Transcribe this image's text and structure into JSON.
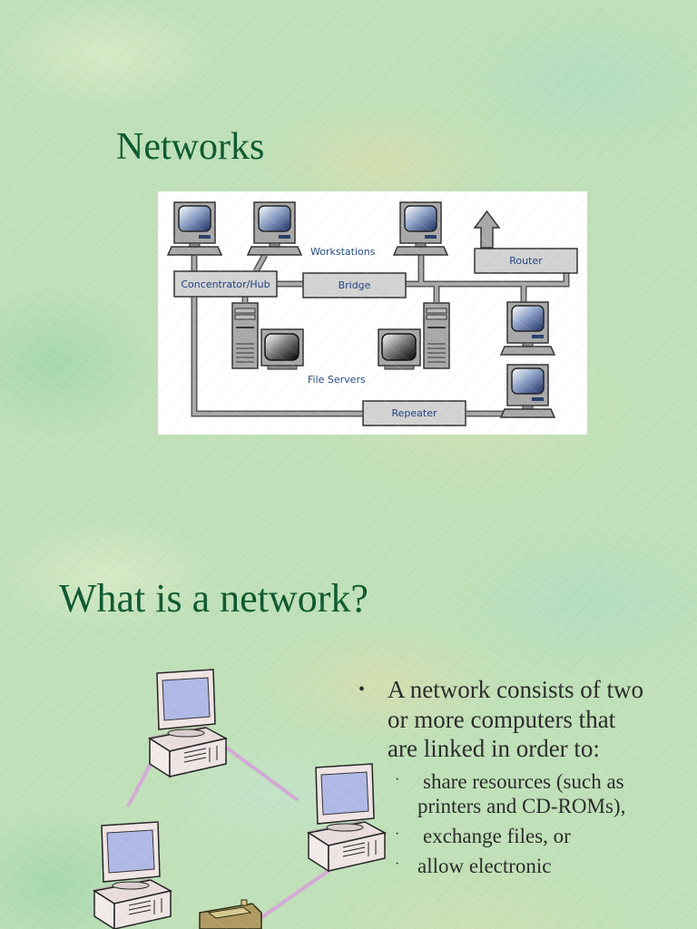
{
  "slides": [
    {
      "title": "Networks",
      "diagram": {
        "labels": {
          "workstations": "Workstations",
          "concentrator": "Concentrator/Hub",
          "bridge": "Bridge",
          "router": "Router",
          "file_servers": "File Servers",
          "repeater": "Repeater"
        }
      }
    },
    {
      "title": "What is a network?",
      "bullet": "A network consists of two or more computers that are linked in order to:",
      "sub_bullets": [
        "share resources (such as printers and CD-ROMs),",
        "exchange files, or",
        "allow electronic"
      ],
      "bullet_glyph": "•",
      "sub_bullet_glyph": "·"
    }
  ]
}
